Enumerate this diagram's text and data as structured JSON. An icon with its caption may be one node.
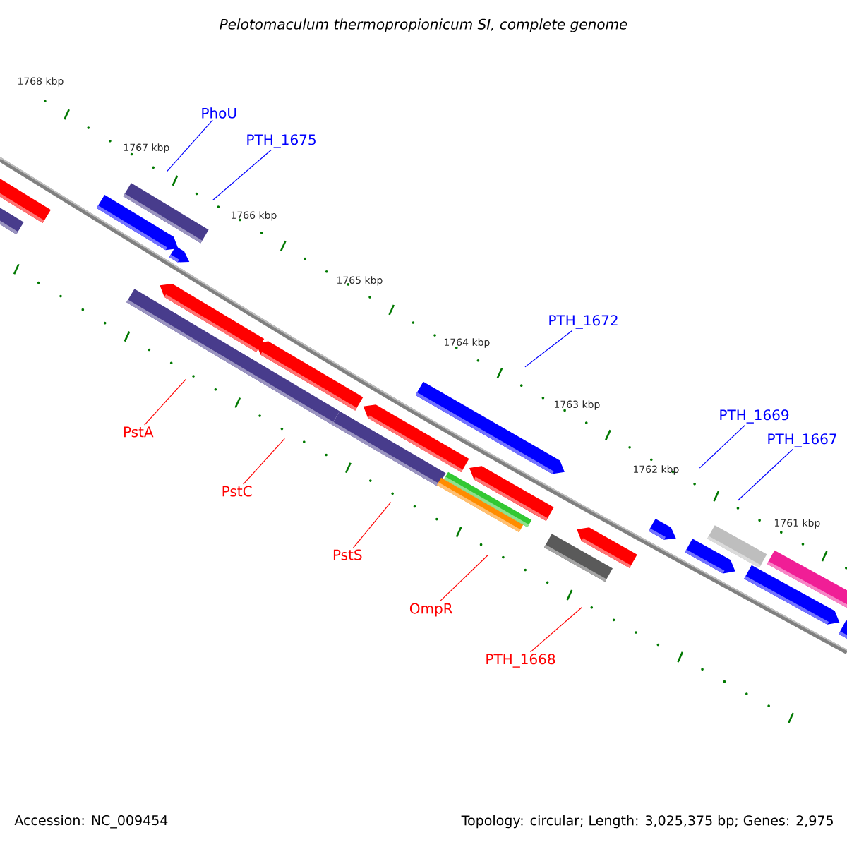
{
  "diagram": {
    "title": "Pelotomaculum thermopropionicum SI, complete genome",
    "nodes": [
      {
        "text": [
          "PhoU"
        ]
      },
      {
        "text": [
          "PTH_1675"
        ]
      },
      {
        "text": [
          "PTH_1672"
        ]
      },
      {
        "text": [
          "PTH_1669"
        ]
      },
      {
        "text": [
          "PTH_1667"
        ]
      },
      {
        "text": [
          "PstA"
        ]
      },
      {
        "text": [
          "PstC"
        ]
      },
      {
        "text": [
          "PstS"
        ]
      },
      {
        "text": [
          "OmpR"
        ]
      },
      {
        "text": [
          "PTH_1668"
        ]
      }
    ],
    "edges": [
      {
        "from": 0,
        "to": null,
        "arrow": "none",
        "color": "#0000ff"
      },
      {
        "from": 1,
        "to": null,
        "arrow": "none",
        "color": "#0000ff"
      },
      {
        "from": 2,
        "to": null,
        "arrow": "none",
        "color": "#0000ff"
      },
      {
        "from": 3,
        "to": null,
        "arrow": "none",
        "color": "#0000ff"
      },
      {
        "from": 4,
        "to": null,
        "arrow": "none",
        "color": "#0000ff"
      },
      {
        "from": 5,
        "to": null,
        "arrow": "none",
        "color": "#ff0000"
      },
      {
        "from": 6,
        "to": null,
        "arrow": "none",
        "color": "#ff0000"
      },
      {
        "from": 7,
        "to": null,
        "arrow": "none",
        "color": "#ff0000"
      },
      {
        "from": 8,
        "to": null,
        "arrow": "none",
        "color": "#ff0000"
      },
      {
        "from": 9,
        "to": null,
        "arrow": "none",
        "color": "#ff0000"
      }
    ],
    "labels": [
      "1768 kbp",
      "1767 kbp",
      "1766 kbp",
      "1765 kbp",
      "1764 kbp",
      "1763 kbp",
      "1762 kbp",
      "1761 kbp",
      "Accession: NC_009454",
      "Topology: circular; Length: 3,025,375 bp; Genes: 2,975"
    ]
  }
}
